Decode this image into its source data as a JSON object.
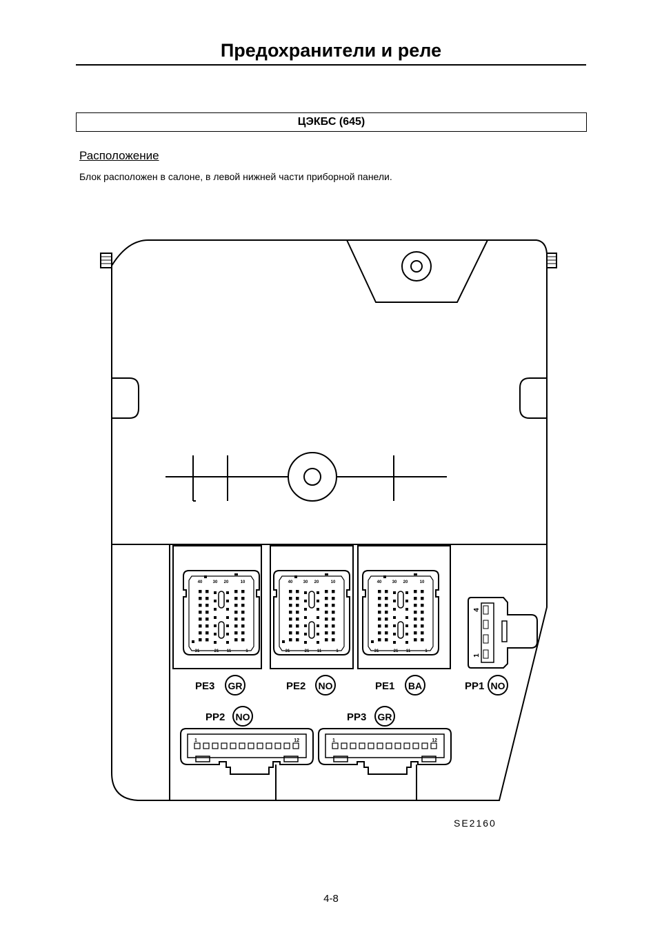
{
  "header": {
    "title": "Предохранители и реле"
  },
  "section": {
    "title": "ЦЭКБС (645)"
  },
  "location": {
    "heading": "Расположение",
    "text": "Блок расположен в салоне, в левой нижней части приборной панели."
  },
  "diagram": {
    "connectors": [
      {
        "id": "PE3",
        "color": "GR",
        "pin_labels": [
          "40",
          "30",
          "20",
          "10",
          "31",
          "21",
          "11",
          "1"
        ]
      },
      {
        "id": "PE2",
        "color": "NO",
        "pin_labels": [
          "40",
          "30",
          "20",
          "10",
          "31",
          "21",
          "11",
          "1"
        ]
      },
      {
        "id": "PE1",
        "color": "BA",
        "pin_labels": [
          "40",
          "30",
          "20",
          "10",
          "31",
          "21",
          "11",
          "1"
        ]
      },
      {
        "id": "PP1",
        "color": "NO",
        "pin_labels": [
          "4",
          "1"
        ]
      },
      {
        "id": "PP2",
        "color": "NO",
        "pin_labels": [
          "1",
          "12"
        ]
      },
      {
        "id": "PP3",
        "color": "GR",
        "pin_labels": [
          "1",
          "12"
        ]
      }
    ],
    "figure_code": "SE2160"
  },
  "footer": {
    "page_number": "4-8"
  }
}
